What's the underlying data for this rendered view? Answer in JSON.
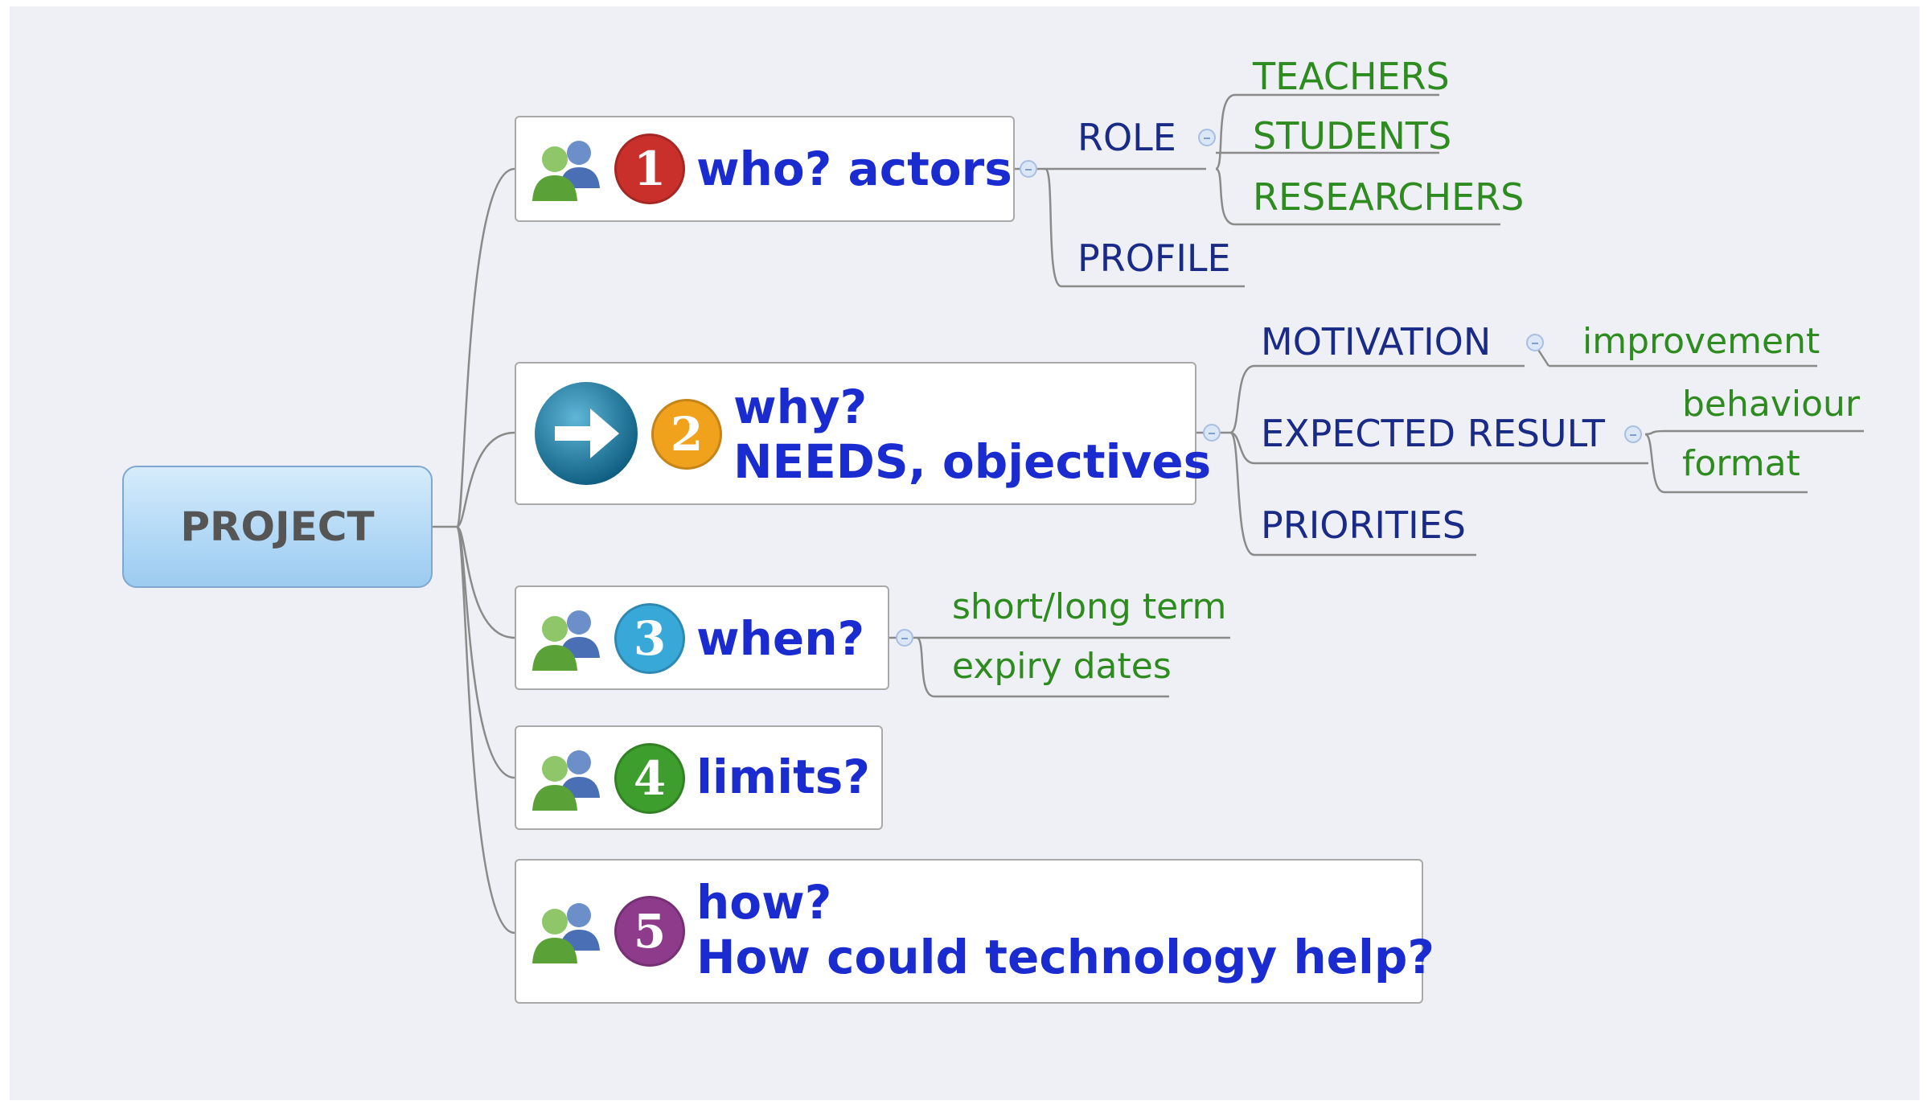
{
  "root": {
    "label": "PROJECT"
  },
  "topics": [
    {
      "number": "1",
      "lines": [
        "who? actors"
      ],
      "icon": "people-icon",
      "badge_color": "#c9302c"
    },
    {
      "number": "2",
      "lines": [
        "why?",
        "NEEDS, objectives"
      ],
      "icon": "arrow-right-icon",
      "badge_color": "#f0a21d"
    },
    {
      "number": "3",
      "lines": [
        "when?"
      ],
      "icon": "people-icon",
      "badge_color": "#38a8d9"
    },
    {
      "number": "4",
      "lines": [
        "limits?"
      ],
      "icon": "people-icon",
      "badge_color": "#3d9e2e"
    },
    {
      "number": "5",
      "lines": [
        "how?",
        "How could technology help?"
      ],
      "icon": "people-icon",
      "badge_color": "#8e3b8c"
    }
  ],
  "subtopics": {
    "who": {
      "role": "ROLE",
      "role_children": [
        "TEACHERS",
        "STUDENTS",
        "RESEARCHERS"
      ],
      "profile": "PROFILE"
    },
    "why": {
      "motivation": "MOTIVATION",
      "motivation_children": [
        "improvement"
      ],
      "expected_result": "EXPECTED RESULT",
      "expected_result_children": [
        "behaviour",
        "format"
      ],
      "priorities": "PRIORITIES"
    },
    "when": {
      "children": [
        "short/long term",
        "expiry dates"
      ]
    }
  },
  "colors": {
    "topic_text": "#1a2bcf",
    "subtopic_text": "#1a2a87",
    "leaf_text": "#2e8b1f",
    "root_fill": "#b4d9f6",
    "background": "#eff0f5"
  }
}
